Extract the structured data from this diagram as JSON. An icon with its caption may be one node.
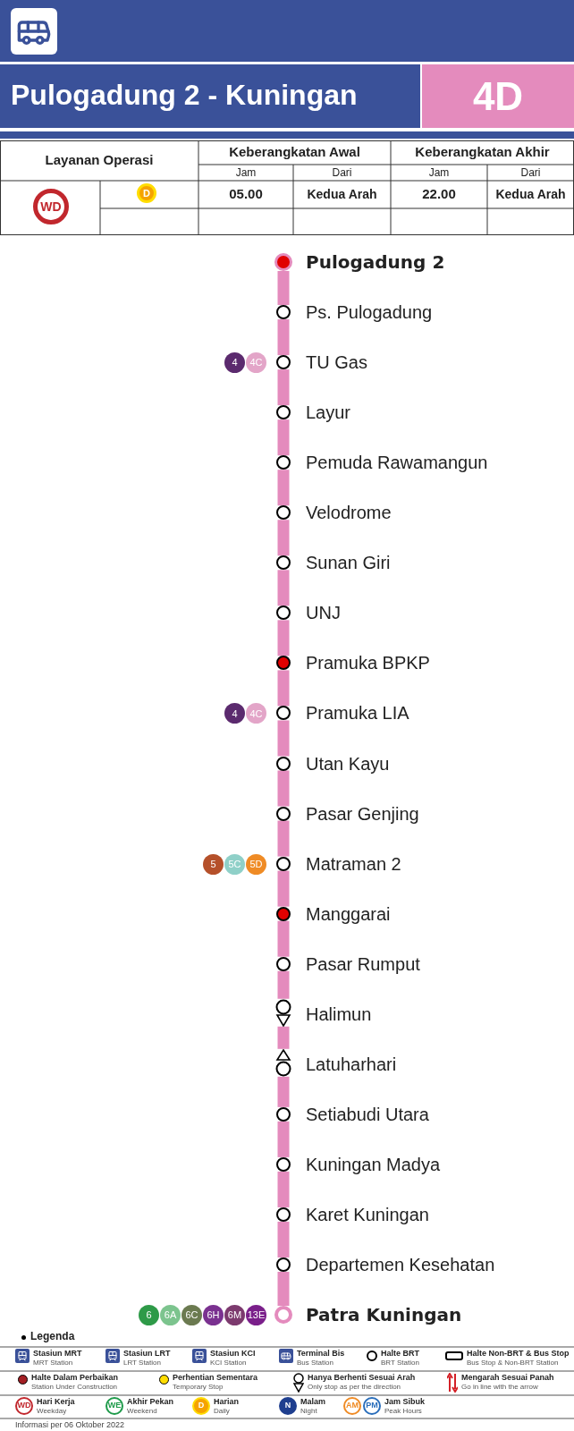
{
  "diagram": {
    "title": "Pulogadung 2 - Kuningan",
    "nodes": [
      {
        "text": [],
        "shape": "circle",
        "beside": [
          "Pulogadung 2"
        ]
      },
      {
        "text": [],
        "shape": "circle",
        "beside": [
          "Ps. Pulogadung"
        ]
      },
      {
        "text": [],
        "shape": "circle",
        "beside": [
          "TU Gas"
        ]
      },
      {
        "text": [],
        "shape": "circle",
        "beside": [
          "Layur"
        ]
      },
      {
        "text": [],
        "shape": "circle",
        "beside": [
          "Pemuda Rawamangun"
        ]
      },
      {
        "text": [],
        "shape": "circle",
        "beside": [
          "Velodrome"
        ]
      },
      {
        "text": [],
        "shape": "circle",
        "beside": [
          "Sunan Giri"
        ]
      },
      {
        "text": [],
        "shape": "circle",
        "beside": [
          "UNJ"
        ]
      },
      {
        "text": [],
        "shape": "circle",
        "beside": [
          "Pramuka BPKP"
        ]
      },
      {
        "text": [],
        "shape": "circle",
        "beside": [
          "Pramuka LIA"
        ]
      },
      {
        "text": [],
        "shape": "circle",
        "beside": [
          "Utan Kayu"
        ]
      },
      {
        "text": [],
        "shape": "circle",
        "beside": [
          "Pasar Genjing"
        ]
      },
      {
        "text": [],
        "shape": "circle",
        "beside": [
          "Matraman 2"
        ]
      },
      {
        "text": [],
        "shape": "circle",
        "beside": [
          "Manggarai"
        ]
      },
      {
        "text": [],
        "shape": "circle",
        "beside": [
          "Pasar Rumput"
        ]
      },
      {
        "text": [],
        "shape": "circle",
        "beside": [
          "Halimun"
        ]
      },
      {
        "text": [],
        "shape": "circle",
        "beside": [
          "Latuharhari"
        ]
      },
      {
        "text": [],
        "shape": "circle",
        "beside": [
          "Setiabudi Utara"
        ]
      },
      {
        "text": [],
        "shape": "circle",
        "beside": [
          "Kuningan Madya"
        ]
      },
      {
        "text": [],
        "shape": "circle",
        "beside": [
          "Karet Kuningan"
        ]
      },
      {
        "text": [],
        "shape": "circle",
        "beside": [
          "Departemen Kesehatan"
        ]
      },
      {
        "text": [],
        "shape": "circle",
        "beside": [
          "Patra Kuningan"
        ]
      },
      {
        "text": [
          "4"
        ]
      },
      {
        "text": [
          "4C"
        ]
      },
      {
        "text": [
          "4"
        ]
      },
      {
        "text": [
          "4C"
        ]
      },
      {
        "text": [
          "5"
        ]
      },
      {
        "text": [
          "5C"
        ]
      },
      {
        "text": [
          "5D"
        ]
      },
      {
        "text": [
          "6"
        ]
      },
      {
        "text": [
          "6A"
        ]
      },
      {
        "text": [
          "6C"
        ]
      },
      {
        "text": [
          "6H"
        ]
      },
      {
        "text": [
          "6M"
        ]
      },
      {
        "text": [
          "13E"
        ]
      }
    ],
    "edges": [
      {
        "from": 0,
        "to": 1,
        "arrow": "none"
      },
      {
        "from": 1,
        "to": 2,
        "arrow": "none"
      },
      {
        "from": 2,
        "to": 3,
        "arrow": "none"
      },
      {
        "from": 3,
        "to": 4,
        "arrow": "none"
      },
      {
        "from": 4,
        "to": 5,
        "arrow": "none"
      },
      {
        "from": 5,
        "to": 6,
        "arrow": "none"
      },
      {
        "from": 6,
        "to": 7,
        "arrow": "none"
      },
      {
        "from": 7,
        "to": 8,
        "arrow": "none"
      },
      {
        "from": 8,
        "to": 9,
        "arrow": "none"
      },
      {
        "from": 9,
        "to": 10,
        "arrow": "none"
      },
      {
        "from": 10,
        "to": 11,
        "arrow": "none"
      },
      {
        "from": 11,
        "to": 12,
        "arrow": "none"
      },
      {
        "from": 12,
        "to": 13,
        "arrow": "none"
      },
      {
        "from": 13,
        "to": 14,
        "arrow": "none"
      },
      {
        "from": 14,
        "to": 15,
        "arrow": "none"
      },
      {
        "from": 15,
        "to": 16,
        "arrow": "none"
      },
      {
        "from": 16,
        "to": 17,
        "arrow": "none"
      },
      {
        "from": 17,
        "to": 18,
        "arrow": "none"
      },
      {
        "from": 18,
        "to": 19,
        "arrow": "none"
      },
      {
        "from": 19,
        "to": 20,
        "arrow": "none"
      },
      {
        "from": 20,
        "to": 21,
        "arrow": "none"
      }
    ],
    "labels": [
      "4D",
      "Layanan Operasi",
      "Keberangkatan Awal",
      "Keberangkatan Akhir",
      "Jam",
      "Dari",
      "Jam",
      "Dari",
      "WD",
      "D",
      "05.00",
      "Kedua Arah",
      "22.00",
      "Kedua Arah",
      "Legenda",
      "MRT Station",
      "LRT Station",
      "KCI Station",
      "Bus Station",
      "BRT Station",
      "Bus Stop & Non-BRT Station",
      "Station Under Construction",
      "Temporary Stop",
      "Only stop as per the direction",
      "Go in line with the arrow",
      "WD",
      "Weekday",
      "WE",
      "Weekend",
      "D",
      "Daily",
      "N",
      "Night",
      "AM",
      "PM",
      "Peak Hours",
      "Informasi per 06 Oktober 2022"
    ],
    "legend": [
      {
        "text": "Stasiun MRT"
      },
      {
        "text": "Stasiun LRT"
      },
      {
        "text": "Stasiun KCI"
      },
      {
        "text": "Terminal Bis"
      },
      {
        "text": "Halte BRT"
      },
      {
        "text": "Halte Non-BRT & Bus Stop"
      },
      {
        "text": "Halte Dalam Perbaikan",
        "color": "#a31f24"
      },
      {
        "text": "Perhentian Sementara",
        "color": "#ffdd00"
      },
      {
        "text": "Hanya Berhenti Sesuai Arah"
      },
      {
        "text": "Mengarah Sesuai Panah"
      },
      {
        "text": "Hari Kerja"
      },
      {
        "text": "Akhir Pekan"
      },
      {
        "text": "Harian"
      },
      {
        "text": "Malam"
      },
      {
        "text": "Jam Sibuk"
      }
    ]
  }
}
